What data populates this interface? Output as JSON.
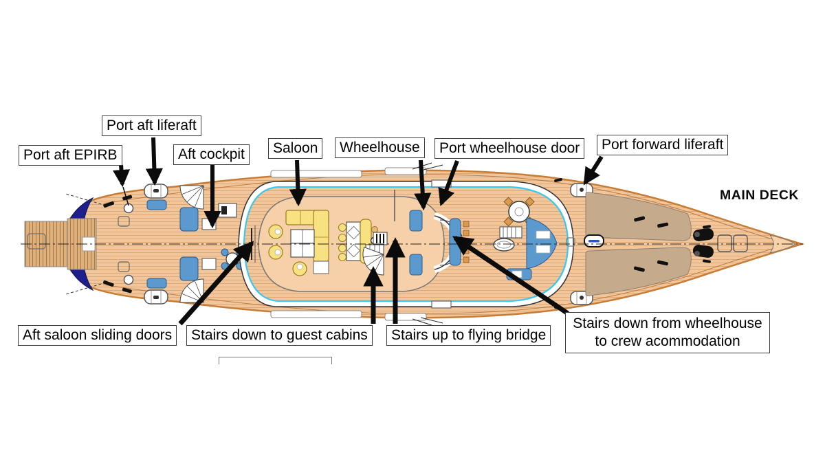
{
  "figure": {
    "title": "MAIN DECK",
    "callouts": [
      {
        "id": "port-aft-liferaft",
        "text": "Port aft liferaft"
      },
      {
        "id": "port-aft-epirb",
        "text": "Port aft EPIRB"
      },
      {
        "id": "aft-cockpit",
        "text": "Aft cockpit"
      },
      {
        "id": "saloon",
        "text": "Saloon"
      },
      {
        "id": "wheelhouse",
        "text": "Wheelhouse"
      },
      {
        "id": "port-wheelhouse-door",
        "text": "Port wheelhouse door"
      },
      {
        "id": "port-forward-liferaft",
        "text": "Port forward liferaft"
      },
      {
        "id": "aft-saloon-sliding-doors",
        "text": "Aft saloon sliding doors"
      },
      {
        "id": "stairs-guest-cabins",
        "text": "Stairs down to guest cabins"
      },
      {
        "id": "stairs-flying-bridge",
        "text": "Stairs up to flying bridge"
      },
      {
        "id": "stairs-crew",
        "text": "Stairs down from wheelhouse to crew acommodation"
      }
    ]
  },
  "colors": {
    "deck": "#f1c69c",
    "deck_light": "#f6d0a8",
    "gunwale": "#c87c34",
    "navy": "#1e1e8c",
    "teak": "#ddb07e",
    "cyan": "#38c8f0",
    "blue": "#5c99cf",
    "yellow": "#f7e180",
    "sunpad": "#c6aa8c",
    "label_border": "#3c3c3c",
    "arrow": "#0b0b0b"
  }
}
